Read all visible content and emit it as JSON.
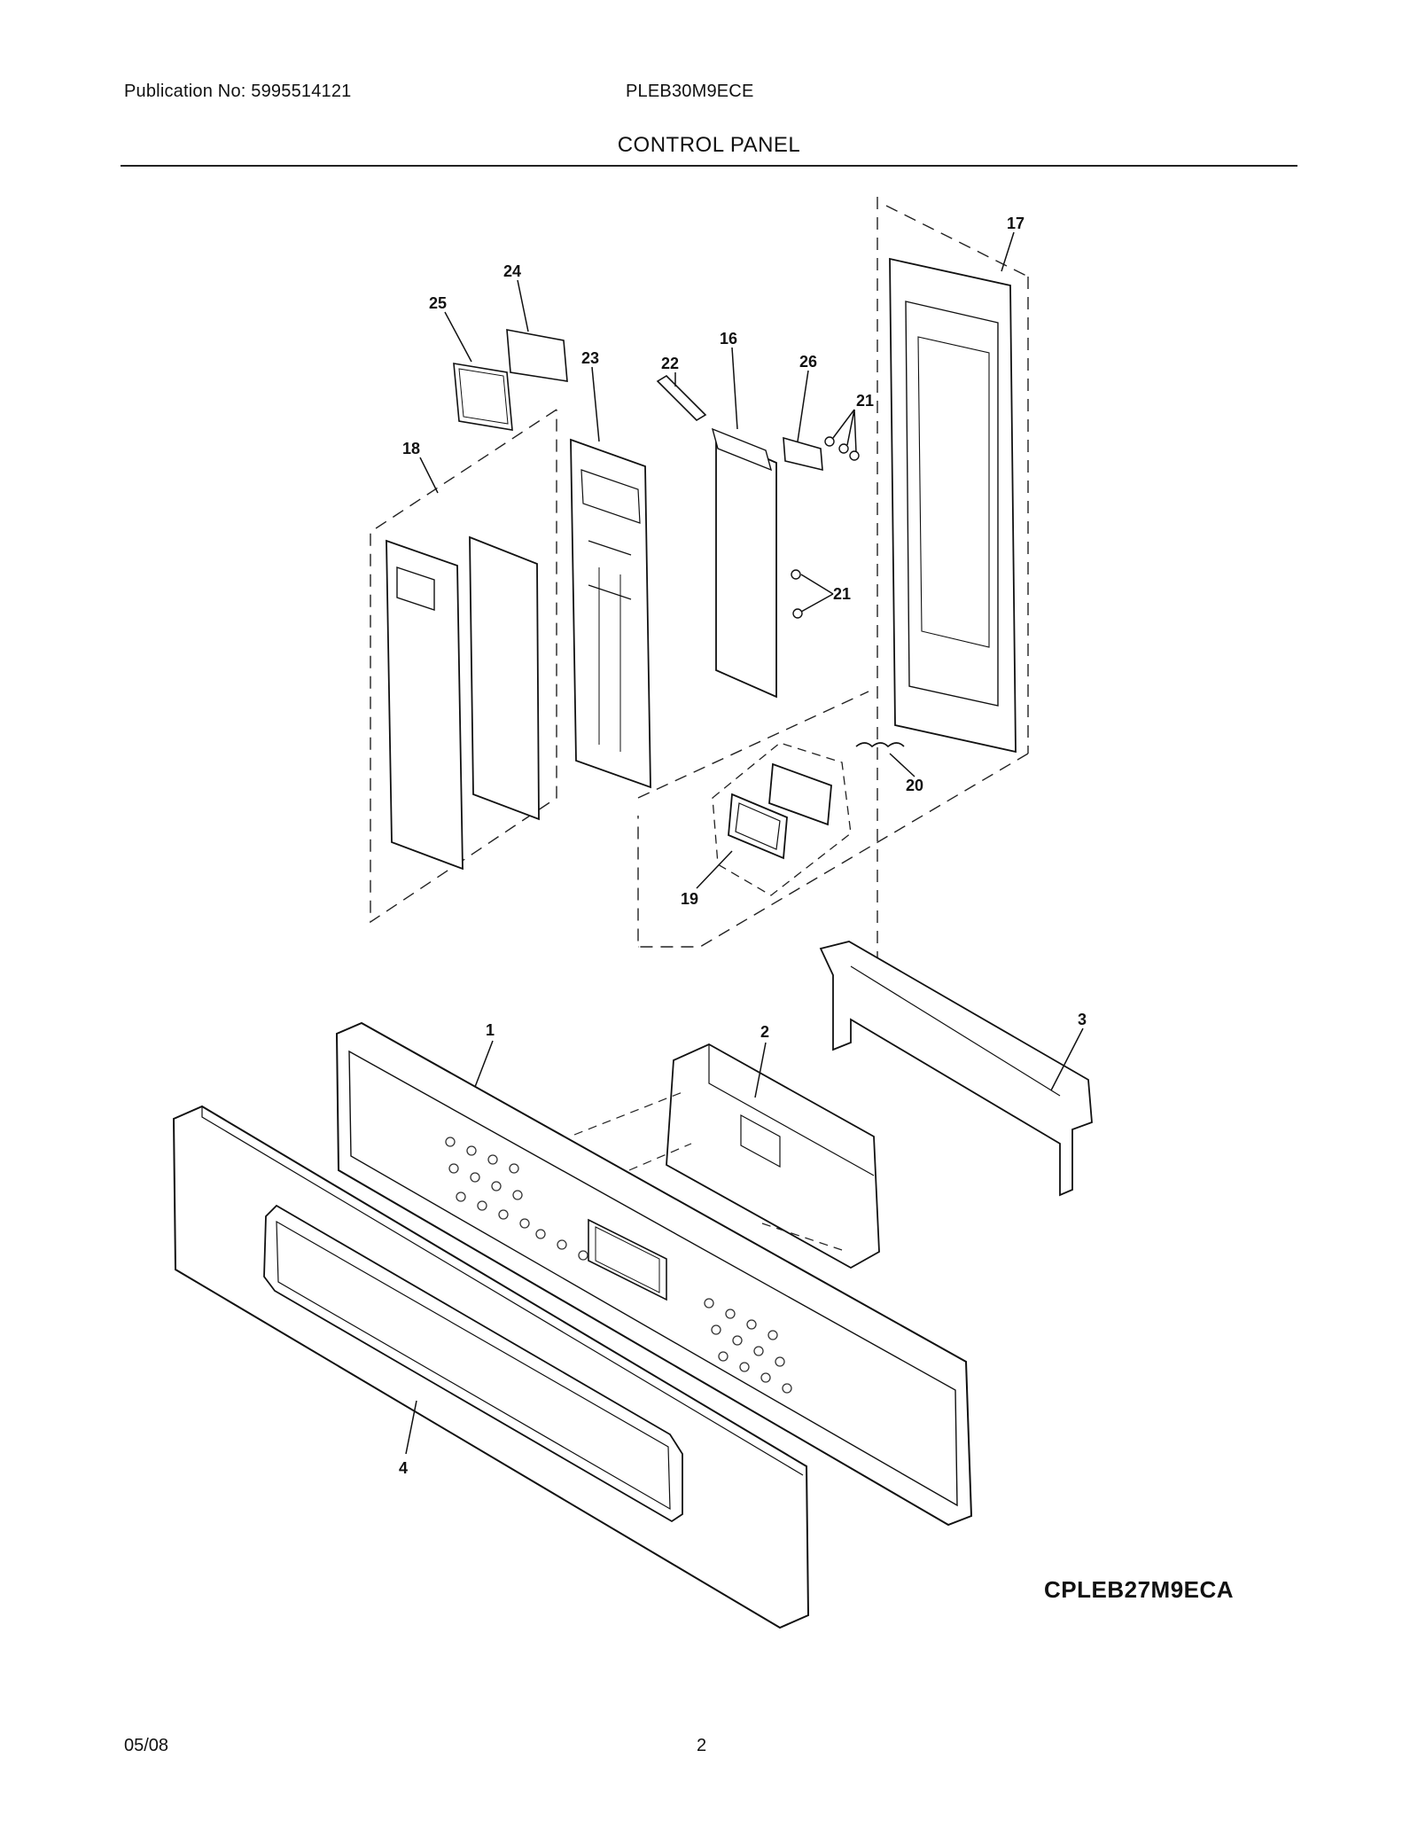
{
  "header": {
    "publication": "Publication No: 5995514121",
    "model": "PLEB30M9ECE",
    "section": "CONTROL PANEL"
  },
  "diagram": {
    "callouts": [
      "1",
      "2",
      "3",
      "4",
      "16",
      "17",
      "18",
      "19",
      "20",
      "21",
      "21",
      "22",
      "23",
      "24",
      "25",
      "26"
    ],
    "drawing_code": "CPLEB27M9ECA"
  },
  "footer": {
    "date": "05/08",
    "page": "2"
  }
}
